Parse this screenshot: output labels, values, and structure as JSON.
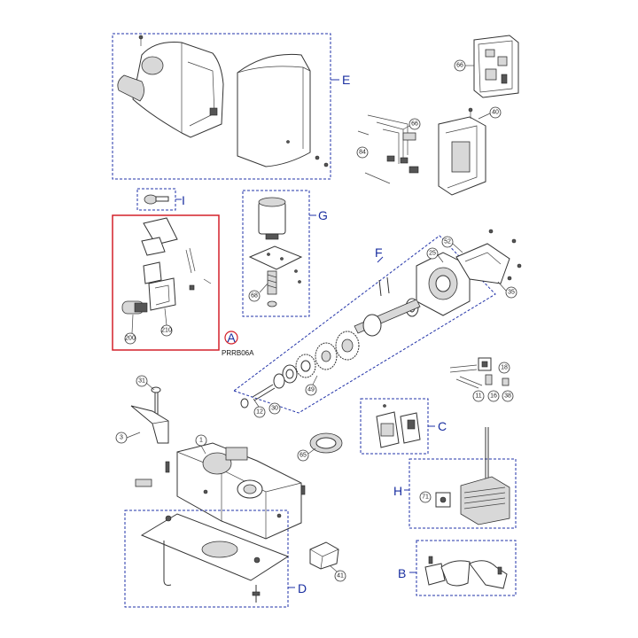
{
  "colors": {
    "group_border": "#2233a8",
    "group_letter": "#1a2fa0",
    "highlight_border": "#d4202a",
    "line": "#333333"
  },
  "groups": {
    "E": "E",
    "I": "I",
    "G": "G",
    "F": "F",
    "A": "A",
    "C": "C",
    "H": "H",
    "B": "B",
    "D": "D"
  },
  "reference_code": "PRRB06A",
  "callouts": {
    "c66a": "66",
    "c66b": "66",
    "c40": "40",
    "c84": "84",
    "c52": "52",
    "c25": "25",
    "c35": "35",
    "c68": "68",
    "c200": "200",
    "c210": "210",
    "c49": "49",
    "c12": "12",
    "c30": "30",
    "c18": "18",
    "c11": "11",
    "c16": "16",
    "c38": "38",
    "c31": "31",
    "c3": "3",
    "c1": "1",
    "c65": "65",
    "c71": "71",
    "c41": "41"
  },
  "icons": [
    "wrench-key-icon",
    "screw-icon",
    "gear-icon",
    "motor-icon"
  ]
}
